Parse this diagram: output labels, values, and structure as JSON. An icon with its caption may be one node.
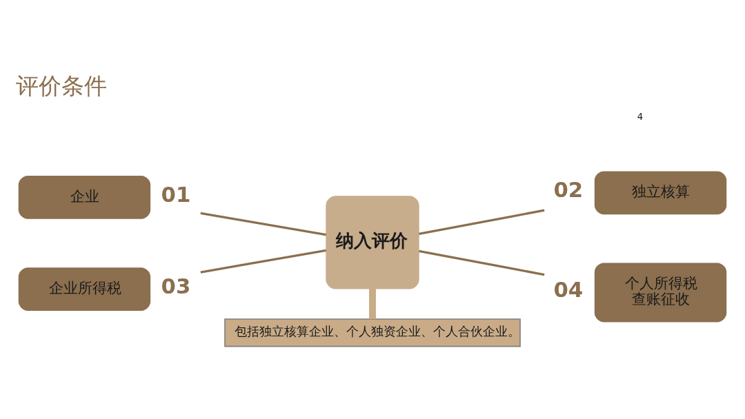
{
  "diagram": {
    "title": "评价条件",
    "nodes": [
      {
        "text": [
          "企业"
        ],
        "beside": [
          "01"
        ]
      },
      {
        "text": [
          "独立核算"
        ],
        "beside": [
          "02"
        ]
      },
      {
        "text": [
          "纳入评价"
        ]
      },
      {
        "text": [
          "企业所得税"
        ],
        "beside": [
          "03"
        ]
      },
      {
        "text": [
          "个人所得税查账征收"
        ],
        "beside": [
          "04"
        ]
      },
      {
        "text": [
          "包括独立核算企业、个人独资企业、个人合伙企业。"
        ]
      }
    ],
    "edges": [
      {
        "from": 0,
        "to": 2,
        "arrow": "none"
      },
      {
        "from": 2,
        "to": 1,
        "arrow": "none"
      },
      {
        "from": 3,
        "to": 2,
        "arrow": "none"
      },
      {
        "from": 2,
        "to": 4,
        "arrow": "none"
      },
      {
        "from": 5,
        "to": 2,
        "arrow": "none",
        "style": "thick",
        "color": "#c9ab87"
      }
    ],
    "labels": [
      "4"
    ]
  }
}
